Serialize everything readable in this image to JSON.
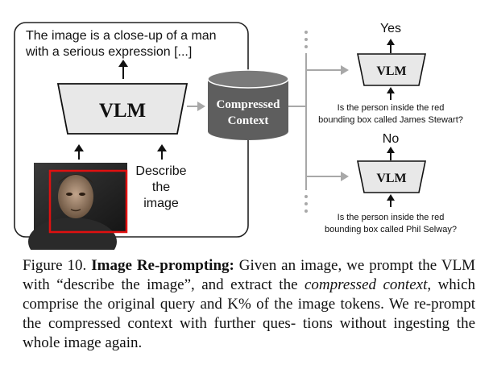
{
  "diagram": {
    "left_panel": {
      "output_line1": "The image is a close-up of a man",
      "output_line2": "with a serious expression [...]",
      "vlm_label": "VLM",
      "prompt_line1": "Describe",
      "prompt_line2": "the",
      "prompt_line3": "image"
    },
    "cylinder": {
      "line1": "Compressed",
      "line2": "Context"
    },
    "query_top": {
      "answer": "Yes",
      "vlm_label": "VLM",
      "question_line1": "Is the person inside the red",
      "question_line2": "bounding box called James Stewart?"
    },
    "query_bottom": {
      "answer": "No",
      "vlm_label": "VLM",
      "question_line1": "Is the person inside the red",
      "question_line2": "bounding box called Phil Selway?"
    }
  },
  "caption": {
    "figure_label": "Figure 10.",
    "title": "Image Re-prompting:",
    "text1": "Given an image, we prompt",
    "text2": "the VLM with “describe the image”, and extract the",
    "emph1": "compressed",
    "emph2": "context",
    "text3": ", which comprise the original query and K% of the image",
    "text4": "tokens. We re-prompt the compressed context with further ques-",
    "text5": "tions without ingesting the whole image again."
  },
  "colors": {
    "trapezoid_fill": "#e8e8e8",
    "cylinder_fill": "#5e5e5e",
    "arrow_gray": "#a8a8a8",
    "bbox_red": "#e01010"
  }
}
